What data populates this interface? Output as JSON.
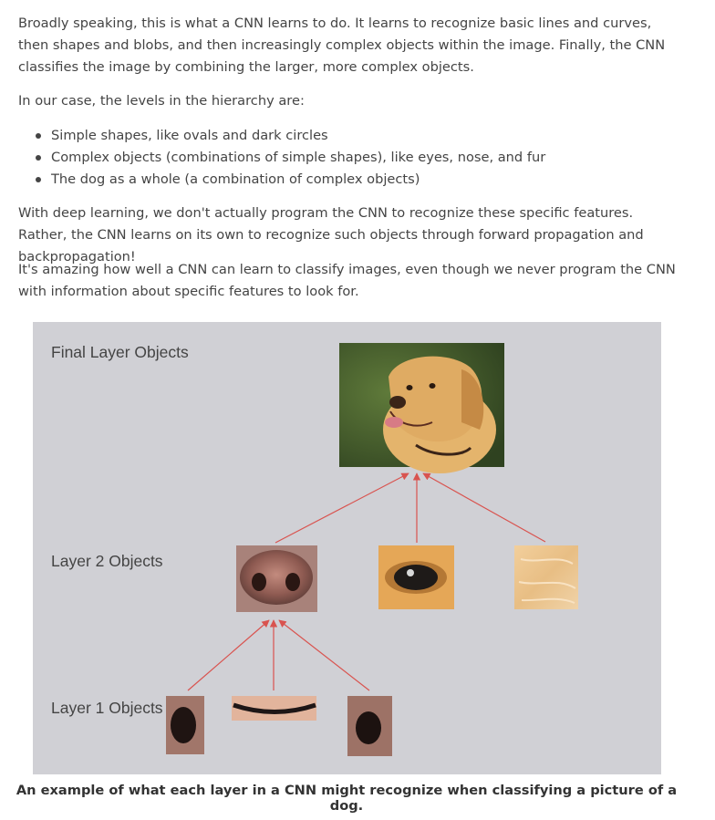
{
  "article": {
    "p1": "Broadly speaking, this is what a CNN learns to do. It learns to recognize basic lines and curves, then shapes and blobs, and then increasingly complex objects within the image. Finally, the CNN classifies the image by combining the larger, more complex objects.",
    "p2": "In our case, the levels in the hierarchy are:",
    "bullets": [
      "Simple shapes, like ovals and dark circles",
      "Complex objects (combinations of simple shapes), like eyes, nose, and fur",
      "The dog as a whole (a combination of complex objects)"
    ],
    "p3": "With deep learning, we don't actually program the CNN to recognize these specific features. Rather, the CNN learns on its own to recognize such objects through forward propagation and backpropagation!",
    "p4": "It's amazing how well a CNN can learn to classify images, even though we never program the CNN with information about specific features to look for."
  },
  "figure": {
    "labels": {
      "final": "Final Layer Objects",
      "layer2": "Layer 2 Objects",
      "layer1": "Layer 1 Objects"
    },
    "arrow_color": "#d9534f",
    "background": "#d0d0d5",
    "caption": "An example of what each layer in a CNN might recognize when classifying a picture of a dog."
  }
}
